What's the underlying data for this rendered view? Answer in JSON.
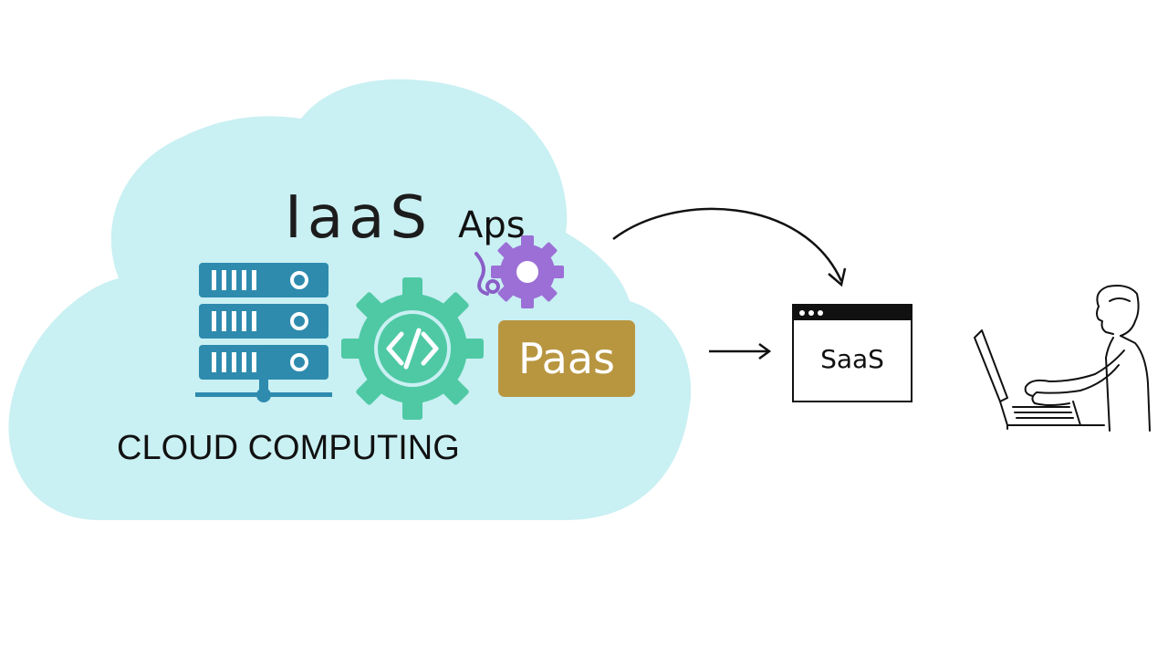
{
  "diagram": {
    "iaas_label": "IaaS",
    "aps_label": "Aps",
    "paas_label": "Paas",
    "cloud_label": "CLOUD COMPUTING",
    "saas_label": "SaaS"
  },
  "colors": {
    "cloud": "#c9f0f3",
    "server": "#2e8bae",
    "gear": "#4fc9a4",
    "small_gear": "#9b6fd6",
    "paas_box": "#b89640",
    "ink": "#111111"
  },
  "icons": [
    "server-icon",
    "code-gear-icon",
    "small-gear-icon",
    "browser-window-icon",
    "person-laptop-icon"
  ]
}
